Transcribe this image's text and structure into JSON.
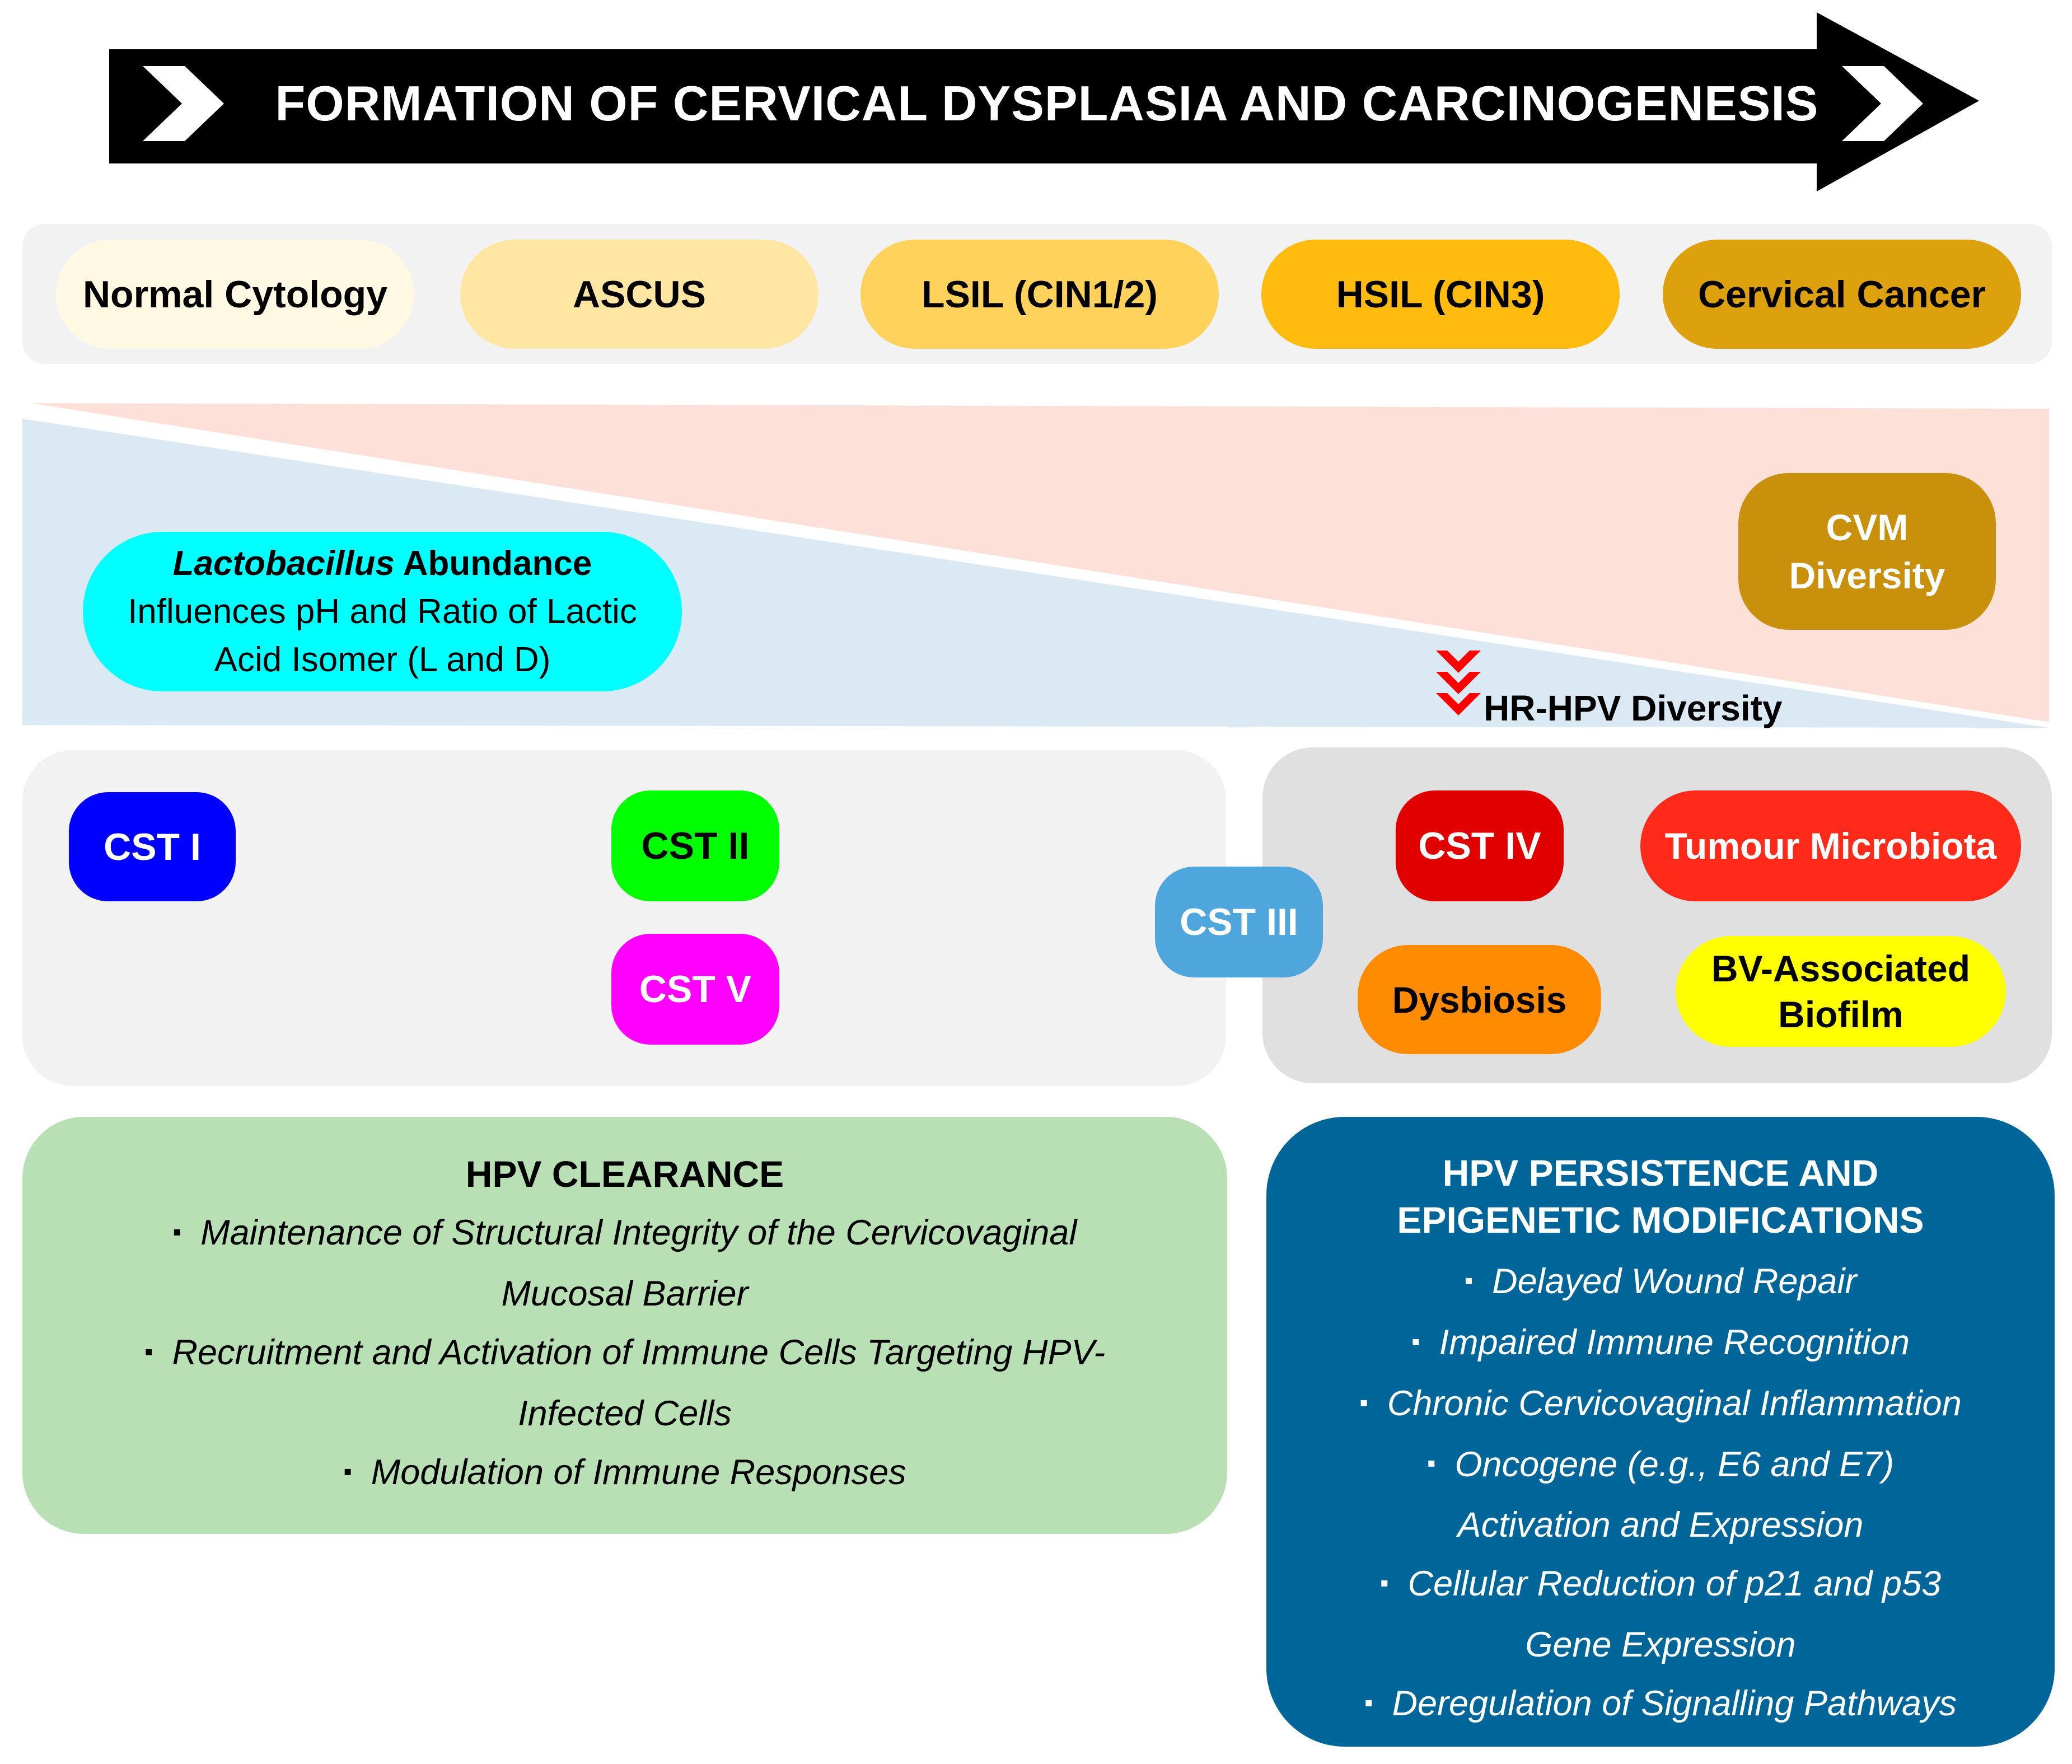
{
  "banner": {
    "title": "FORMATION OF CERVICAL DYSPLASIA AND CARCINOGENESIS"
  },
  "stages": [
    {
      "label": "Normal Cytology",
      "color": "#fff8e3"
    },
    {
      "label": "ASCUS",
      "color": "#ffe6a3"
    },
    {
      "label": "LSIL (CIN1/2)",
      "color": "#ffd25c"
    },
    {
      "label": "HSIL (CIN3)",
      "color": "#ffbc0f"
    },
    {
      "label": "Cervical Cancer",
      "color": "#dda10d"
    }
  ],
  "lactobacillus": {
    "genus": "Lactobacillus",
    "title_rest": " Abundance",
    "line2": "Influences pH and Ratio of Lactic",
    "line3": "Acid Isomer (L and D)"
  },
  "cvm": {
    "line1": "CVM",
    "line2": "Diversity"
  },
  "hrhpv": {
    "label": "HR-HPV Diversity"
  },
  "cst": {
    "cst1": "CST I",
    "cst2": "CST II",
    "cst3": "CST III",
    "cst4": "CST IV",
    "cst5": "CST V",
    "tumour": "Tumour Microbiota",
    "dysbiosis": "Dysbiosis",
    "bv_line1": "BV-Associated",
    "bv_line2": "Biofilm"
  },
  "clearance": {
    "title": "HPV CLEARANCE",
    "items": [
      {
        "l1": "Maintenance of Structural Integrity of the Cervicovaginal",
        "l2": "Mucosal Barrier"
      },
      {
        "l1": "Recruitment and Activation of Immune Cells Targeting HPV-",
        "l2": "Infected Cells"
      },
      {
        "l1": "Modulation of Immune Responses",
        "l2": ""
      }
    ]
  },
  "persistence": {
    "title_line1": "HPV PERSISTENCE AND",
    "title_line2": "EPIGENETIC MODIFICATIONS",
    "items": [
      {
        "l1": "Delayed Wound Repair",
        "l2": ""
      },
      {
        "l1": "Impaired Immune Recognition",
        "l2": ""
      },
      {
        "l1": "Chronic Cervicovaginal Inflammation",
        "l2": ""
      },
      {
        "l1": "Oncogene (e.g., E6 and E7)",
        "l2": "Activation and Expression"
      },
      {
        "l1": "Cellular Reduction of p21 and p53",
        "l2": "Gene Expression"
      },
      {
        "l1": "Deregulation of Signalling Pathways",
        "l2": ""
      }
    ]
  },
  "bullet_glyph": "▪"
}
